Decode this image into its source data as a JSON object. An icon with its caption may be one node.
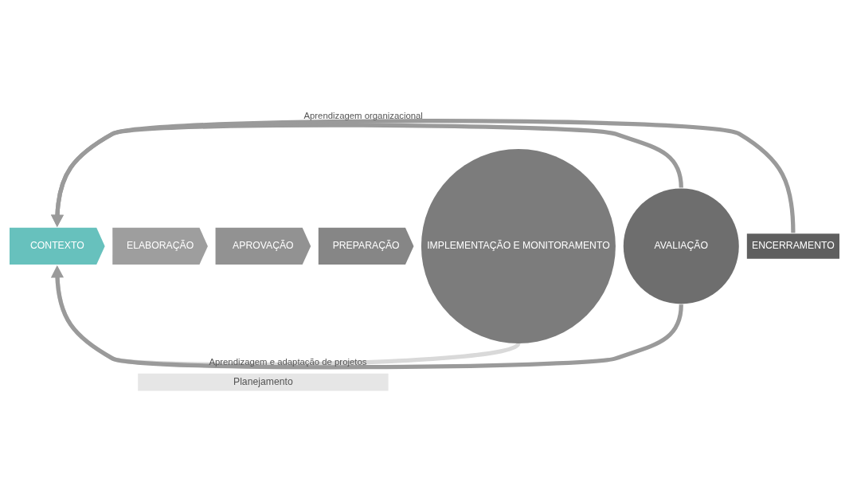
{
  "diagram": {
    "nodes": [
      {
        "text": [
          "CONTEXTO"
        ]
      },
      {
        "text": [
          "ELABORAÇÃO"
        ]
      },
      {
        "text": [
          "APROVAÇÃO"
        ]
      },
      {
        "text": [
          "PREPARAÇÃO"
        ]
      },
      {
        "text": [
          "IMPLEMENTAÇÃO E MONITORAMENTO"
        ]
      },
      {
        "text": [
          "AVALIAÇÃO"
        ]
      },
      {
        "text": [
          "ENCERRAMENTO"
        ]
      },
      {
        "text": [
          "Planejamento"
        ]
      }
    ],
    "edges": [
      {
        "from": 6,
        "to": 0,
        "arrow": "to",
        "label": "Aprendizagem organizacional"
      },
      {
        "from": 5,
        "to": 0,
        "arrow": "to"
      },
      {
        "from": 5,
        "to": 0,
        "arrow": "to",
        "label": "Aprendizagem e adaptação de projetos"
      },
      {
        "from": 4,
        "to": 0,
        "arrow": "to",
        "color": "#d9d9d9"
      }
    ]
  }
}
